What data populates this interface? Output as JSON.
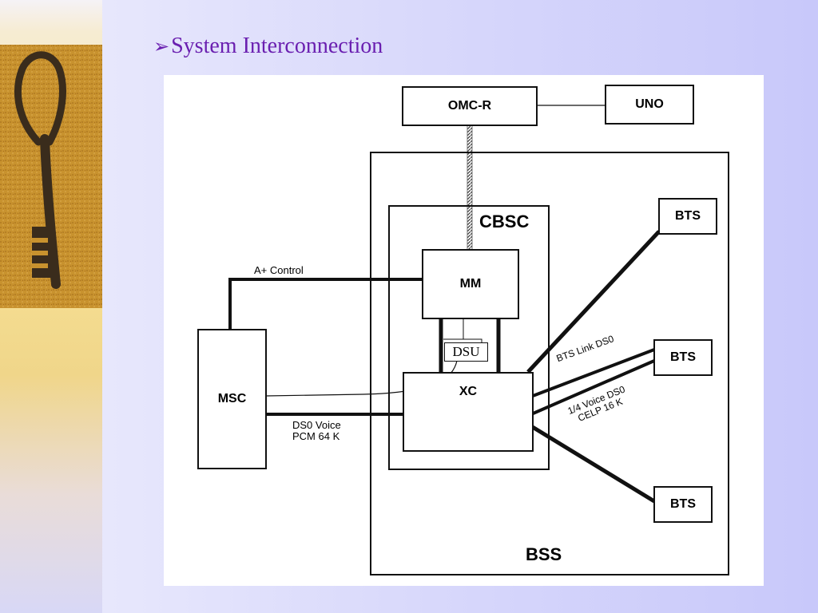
{
  "slide": {
    "title": "System Interconnection",
    "bullet": "➢"
  },
  "diagram": {
    "nodes": {
      "omc_r": "OMC-R",
      "uno": "UNO",
      "cbsc": "CBSC",
      "mm": "MM",
      "dsu": "DSU",
      "xc": "XC",
      "msc": "MSC",
      "bts_top": "BTS",
      "bts_mid": "BTS",
      "bts_bottom": "BTS",
      "bss": "BSS"
    },
    "links": {
      "a_control": "A+ Control",
      "ds0_voice_line1": "DS0 Voice",
      "ds0_voice_line2": "PCM 64 K",
      "bts_link": "BTS Link DS0",
      "quarter_voice_line1": "1/4 Voice DS0",
      "quarter_voice_line2": "CELP 16 K"
    }
  },
  "colors": {
    "title": "#6a1fb0",
    "line": "#111111",
    "panel": "#ffffff"
  }
}
